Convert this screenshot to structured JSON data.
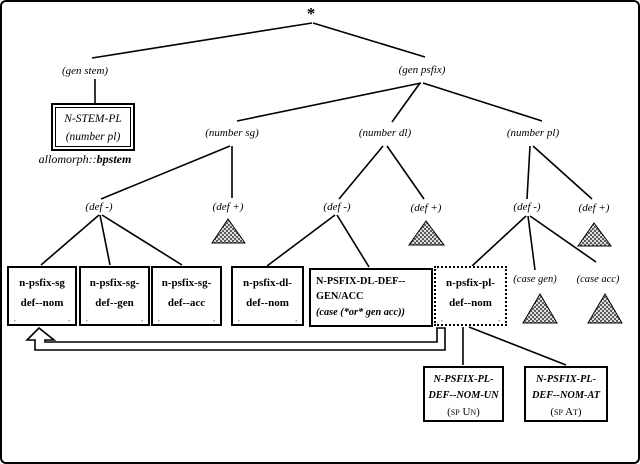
{
  "diagram": {
    "root_label": "*",
    "labels": {
      "gen_stem": "(gen stem)",
      "gen_psfix": "(gen psfix)",
      "number_sg": "(number sg)",
      "number_dl": "(number dl)",
      "number_pl": "(number pl)",
      "def_minus": "(def -)",
      "def_plus": "(def +)",
      "case_gen": "(case gen)",
      "case_acc": "(case acc)"
    },
    "stem_box": {
      "name": "N-STEM-PL",
      "feature": "(number pl)",
      "caption_prefix": "allomorph::",
      "caption_value": "bpstem"
    },
    "leaf_boxes": {
      "sg_nom": {
        "line1": "n-psfix-sg",
        "line2": "def--nom"
      },
      "sg_gen": {
        "line1": "n-psfix-sg-",
        "line2": "def--gen"
      },
      "sg_acc": {
        "line1": "n-psfix-sg-",
        "line2": "def--acc"
      },
      "dl_nom": {
        "line1": "n-psfix-dl-",
        "line2": "def--nom"
      },
      "dl_genacc": {
        "line1": "N-PSFIX-DL-DEF--",
        "line2": "GEN/ACC",
        "line3": "(case (*or* gen acc))"
      },
      "pl_nom": {
        "line1": "n-psfix-pl-",
        "line2": "def--nom"
      },
      "pl_nom_un": {
        "line1": "N-PSFIX-PL-",
        "line2": "DEF--NOM-UN",
        "line3": "(sp Un)"
      },
      "pl_nom_at": {
        "line1": "N-PSFIX-PL-",
        "line2": "DEF--NOM-AT",
        "line3": "(sp At)"
      }
    },
    "corner_marks": {
      "left": ",",
      "right": ","
    },
    "colors": {
      "line": "#000000",
      "background": "#ffffff",
      "triangle_fill": "#8f8f8f",
      "triangle_light": "#dedede"
    }
  }
}
